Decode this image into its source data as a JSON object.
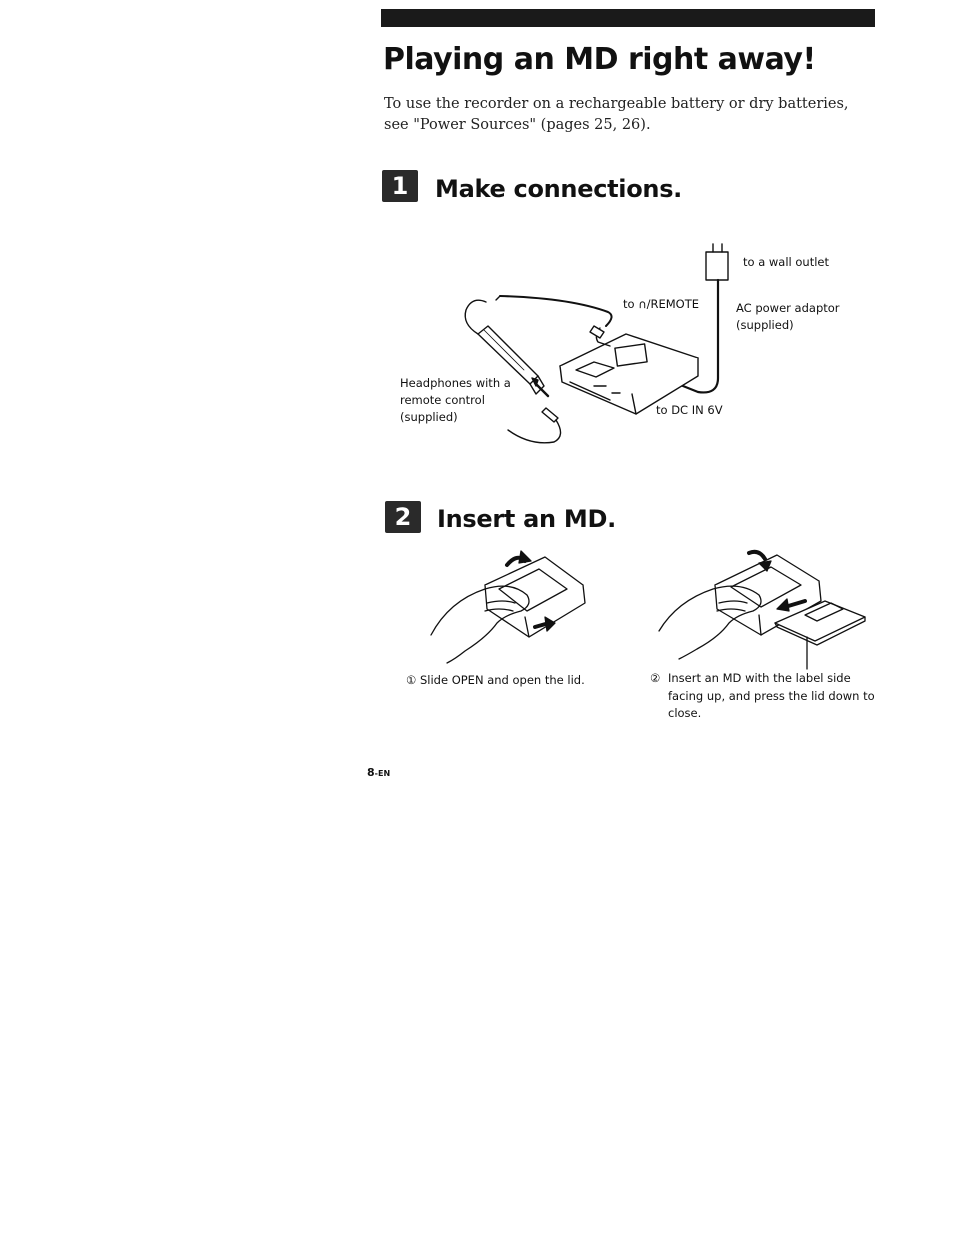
{
  "page": {
    "title": "Playing an MD right away!",
    "intro": "To use the recorder on a rechargeable battery or dry batteries, see \"Power Sources\" (pages 25, 26)."
  },
  "steps": [
    {
      "number": "1",
      "title": "Make connections.",
      "labels": {
        "wall_outlet": "to a wall outlet",
        "remote": "to ∩/REMOTE",
        "ac_adaptor": "AC power adaptor\n(supplied)",
        "headphones": "Headphones with a\nremote control\n(supplied)",
        "dc_in": "to DC IN 6V"
      }
    },
    {
      "number": "2",
      "title": "Insert an MD.",
      "captions": [
        {
          "marker": "①",
          "text": "Slide OPEN and open the lid."
        },
        {
          "marker": "②",
          "text": "Insert an MD with the label side facing up, and press the lid down to close."
        }
      ]
    }
  ],
  "footer": {
    "page_number": "8",
    "page_suffix": "-EN"
  }
}
